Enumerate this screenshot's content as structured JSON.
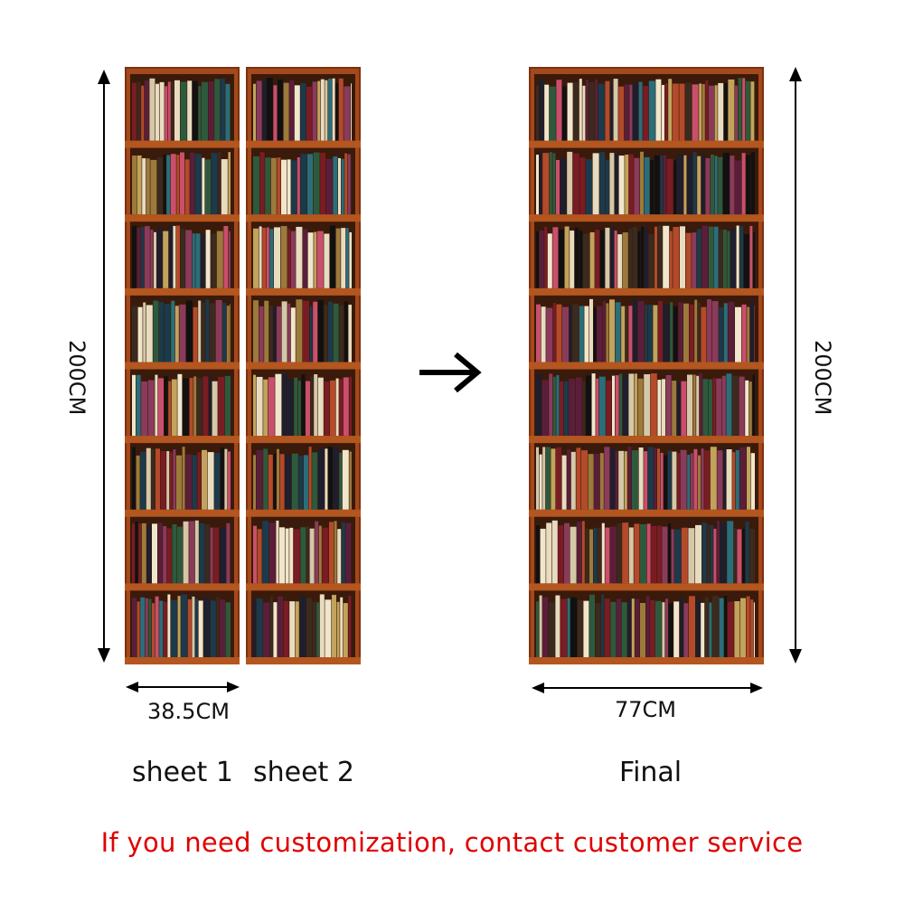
{
  "labels": {
    "height_left": "200CM",
    "height_right": "200CM",
    "width_sheet": "38.5CM",
    "width_final": "77CM",
    "sheet1": "sheet 1",
    "sheet2": "sheet 2",
    "final": "Final"
  },
  "footer": {
    "text": "If you need customization, contact customer service",
    "color": "#e00000"
  },
  "colors": {
    "wood": "#a5481b",
    "wood_dark": "#6e2c0c",
    "arrow": "#000000"
  },
  "icons": {
    "transform_arrow": "right-arrow-icon"
  }
}
